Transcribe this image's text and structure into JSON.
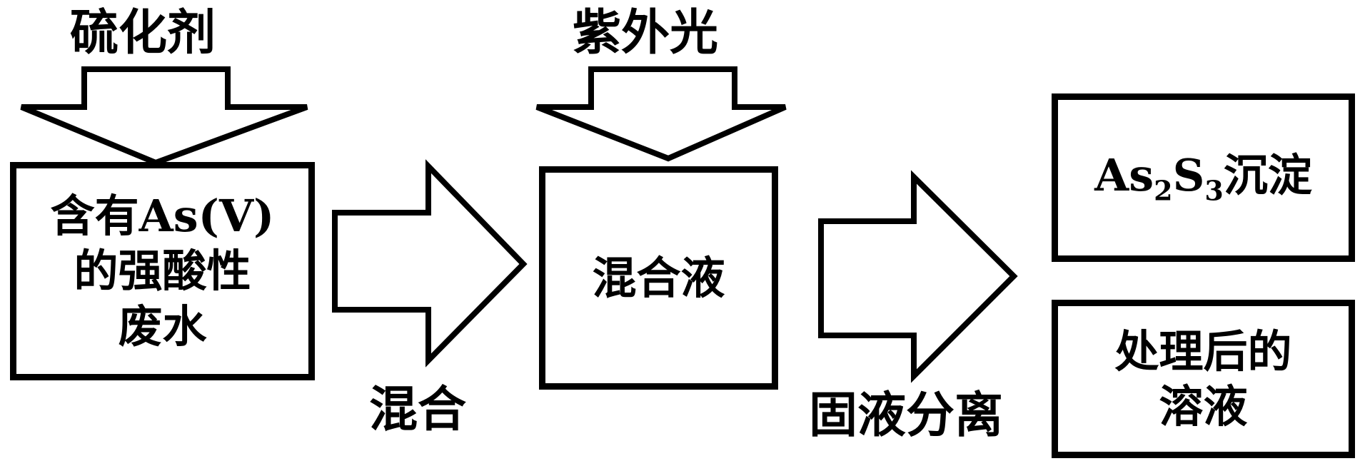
{
  "inputs": {
    "sulfidizing_agent": "硫化剂",
    "uv_light": "紫外光"
  },
  "boxes": {
    "wastewater_line1": "含有As(V)",
    "wastewater_line2": "的强酸性",
    "wastewater_line3": "废水",
    "mixed_liquid": "混合液",
    "precipitate_prefix": "As",
    "precipitate_sub1": "2",
    "precipitate_mid": "S",
    "precipitate_sub2": "3",
    "precipitate_suffix": "沉淀",
    "treated_line1": "处理后的",
    "treated_line2": "溶液"
  },
  "steps": {
    "mixing": "混合",
    "separation": "固液分离"
  }
}
